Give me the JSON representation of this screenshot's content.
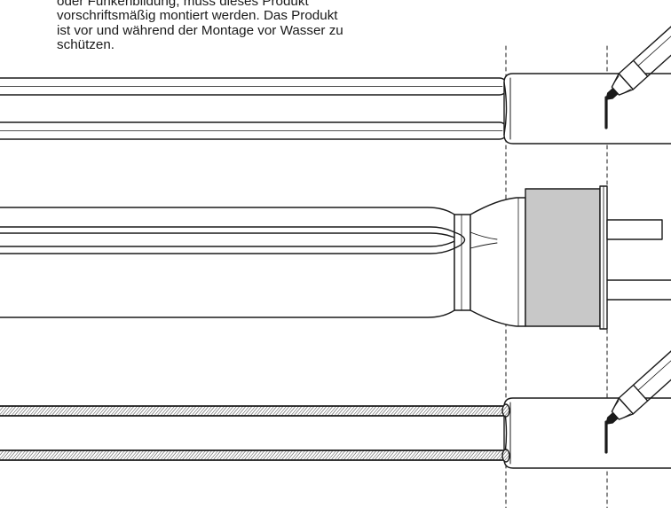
{
  "note": {
    "line1": "oder Funkenbildung, muss dieses Produkt",
    "line2": "vorschriftsmäßig montiert werden. Das Produkt",
    "line3": "ist vor und während der Montage vor Wasser zu",
    "line4": "schützen."
  },
  "colors": {
    "line": "#1a1a1a",
    "sleeve_fill": "#c8c8c8",
    "background": "#ffffff"
  },
  "figures": [
    {
      "id": "tube-marking",
      "icon": "pen-marker-icon"
    },
    {
      "id": "connector-assembly",
      "icon": "plug-connector-icon"
    },
    {
      "id": "braided-tube-marking",
      "icon": "pen-marker-icon"
    }
  ]
}
